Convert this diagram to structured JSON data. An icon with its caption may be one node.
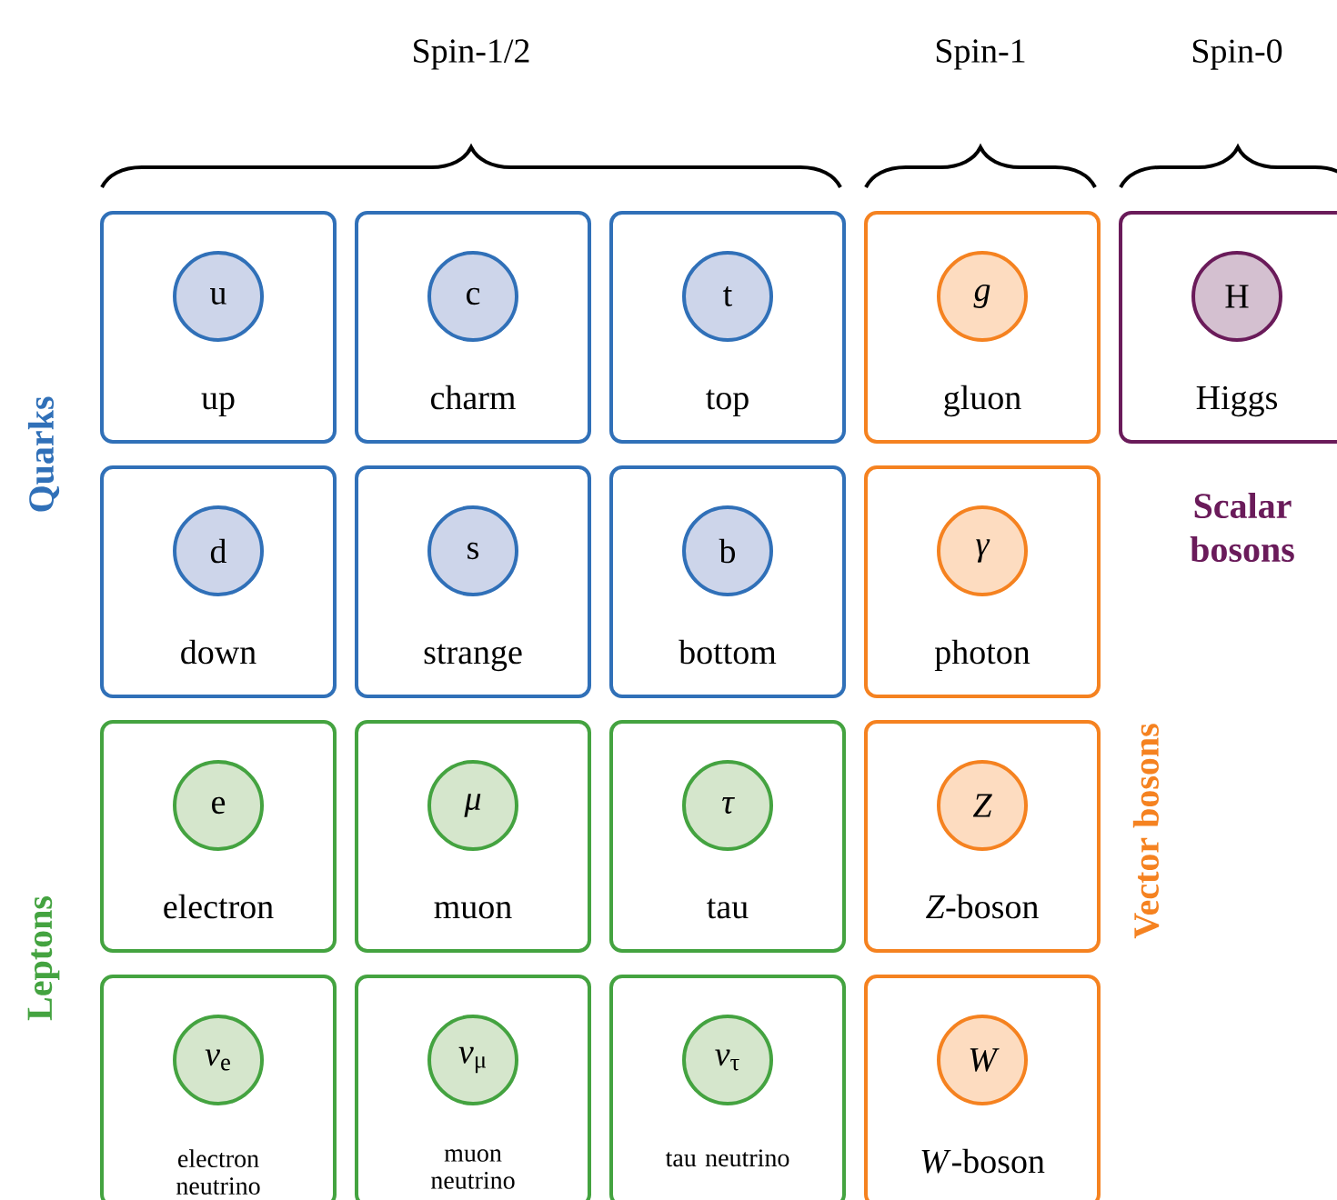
{
  "diagram": {
    "nodes": [
      {
        "text": [
          "up"
        ]
      },
      {
        "text": [
          "u"
        ],
        "in": 0
      },
      {
        "text": [
          "charm"
        ]
      },
      {
        "text": [
          "c"
        ],
        "in": 2
      },
      {
        "text": [
          "top"
        ]
      },
      {
        "text": [
          "t"
        ],
        "in": 4
      },
      {
        "text": [
          "gluon"
        ]
      },
      {
        "text": [
          "g"
        ],
        "in": 6
      },
      {
        "text": [
          "Higgs"
        ]
      },
      {
        "text": [
          "H"
        ],
        "in": 8
      },
      {
        "text": [
          "down"
        ]
      },
      {
        "text": [
          "d"
        ],
        "in": 10
      },
      {
        "text": [
          "strange"
        ]
      },
      {
        "text": [
          "s"
        ],
        "in": 12
      },
      {
        "text": [
          "bottom"
        ]
      },
      {
        "text": [
          "b"
        ],
        "in": 14
      },
      {
        "text": [
          "photon"
        ]
      },
      {
        "text": [
          "γ"
        ],
        "in": 16
      },
      {
        "text": [
          "electron"
        ]
      },
      {
        "text": [
          "e"
        ],
        "in": 18
      },
      {
        "text": [
          "muon"
        ]
      },
      {
        "text": [
          "μ"
        ],
        "in": 20
      },
      {
        "text": [
          "tau"
        ]
      },
      {
        "text": [
          "τ"
        ],
        "in": 22
      },
      {
        "text": [
          "*Z*-boson"
        ]
      },
      {
        "text": [
          "Z"
        ],
        "in": 24
      },
      {
        "text": [
          "electron neutrino"
        ]
      },
      {
        "text": [
          "*ν*$_{e}$"
        ],
        "in": 26
      },
      {
        "text": [
          "muon neutrino"
        ]
      },
      {
        "text": [
          "*ν*$_{μ}$"
        ],
        "in": 28
      },
      {
        "text": [
          "tau neutrino"
        ]
      },
      {
        "text": [
          "*ν*$_{τ}$"
        ],
        "in": 30
      },
      {
        "text": [
          "*W*-boson"
        ]
      },
      {
        "text": [
          "W"
        ],
        "in": 32
      }
    ],
    "labels": [
      "Spin-1/2",
      "Spin-1",
      "Spin-0",
      "Quarks",
      "Scalar bosons",
      "Vector bosons",
      "Leptons"
    ]
  }
}
